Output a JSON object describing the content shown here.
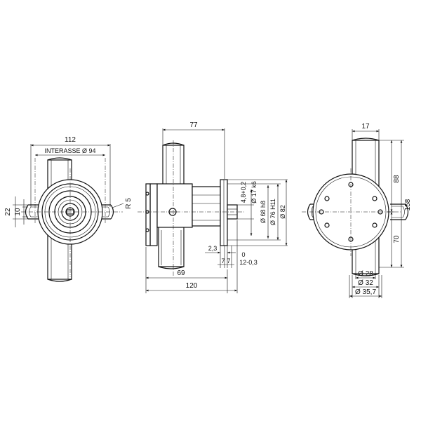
{
  "front_view": {
    "width_label": "112",
    "interasse_label": "INTERASSE Ø 94",
    "height_22_label": "22",
    "height_10_label": "10",
    "radius_label": "R 5"
  },
  "side_view": {
    "depth_77_label": "77",
    "gap_label": "4,8+0,2",
    "shaft_d_label": "Ø 17 k6",
    "pilot_d_label": "Ø 68 h8",
    "bore_d_label": "Ø 76 H11",
    "flange_d_label": "Ø 82",
    "offset_23_label": "2,3",
    "zero_label": "0",
    "tol_label": "12-0,3",
    "seven_a_label": "7",
    "seven_b_label": "7",
    "length_69_label": "69",
    "length_120_label": "120"
  },
  "rear_view": {
    "top_17_label": "17",
    "height_88_label": "88",
    "height_158_label": "158",
    "height_70_label": "70",
    "d28_label": "Ø 28",
    "d32_label": "Ø 32",
    "d357_label": "Ø 35,7"
  }
}
